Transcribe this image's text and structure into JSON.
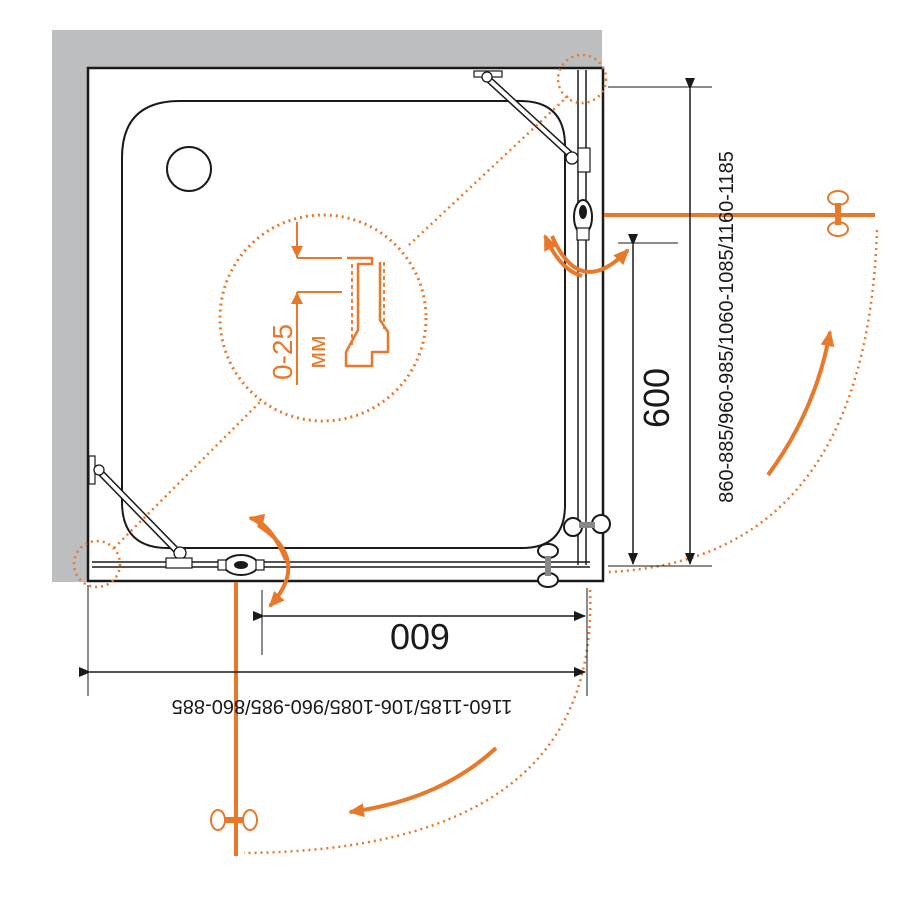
{
  "colors": {
    "orange": "#e8782a",
    "wall_gray": "#bdbec0",
    "line": "#1a1a1a",
    "fixture": "#555555"
  },
  "dimensions": {
    "bottom_width": "1160-1185/106-1085/960-985/860-885",
    "right_height": "860-885/960-985/1060-1085/1160-1185",
    "right_door": "600",
    "bottom_door": "600"
  },
  "detail": {
    "range_value": "0-25",
    "range_unit": "мм"
  },
  "icons": {
    "drain": "drain-icon",
    "handle": "door-knob-icon",
    "hinge": "hinge-icon",
    "swing_arrow": "swing-arrow-icon"
  }
}
